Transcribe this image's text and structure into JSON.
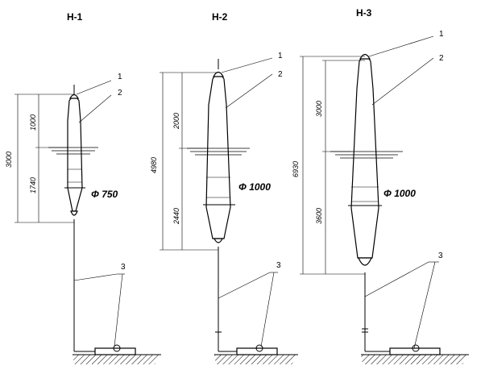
{
  "buoys": [
    {
      "id": "H-1",
      "title": "H-1",
      "callouts": [
        "1",
        "2",
        "3"
      ],
      "dims": {
        "total": "3000",
        "top": "1000",
        "bottom": "1740"
      },
      "diameter": "Φ 750"
    },
    {
      "id": "H-2",
      "title": "H-2",
      "callouts": [
        "1",
        "2",
        "3"
      ],
      "dims": {
        "total": "4980",
        "top": "2000",
        "bottom": "2440"
      },
      "diameter": "Φ 1000"
    },
    {
      "id": "H-3",
      "title": "H-3",
      "callouts": [
        "1",
        "2",
        "3"
      ],
      "dims": {
        "total": "6930",
        "top": "3000",
        "bottom": "3600"
      },
      "diameter": "Φ 1000"
    }
  ]
}
